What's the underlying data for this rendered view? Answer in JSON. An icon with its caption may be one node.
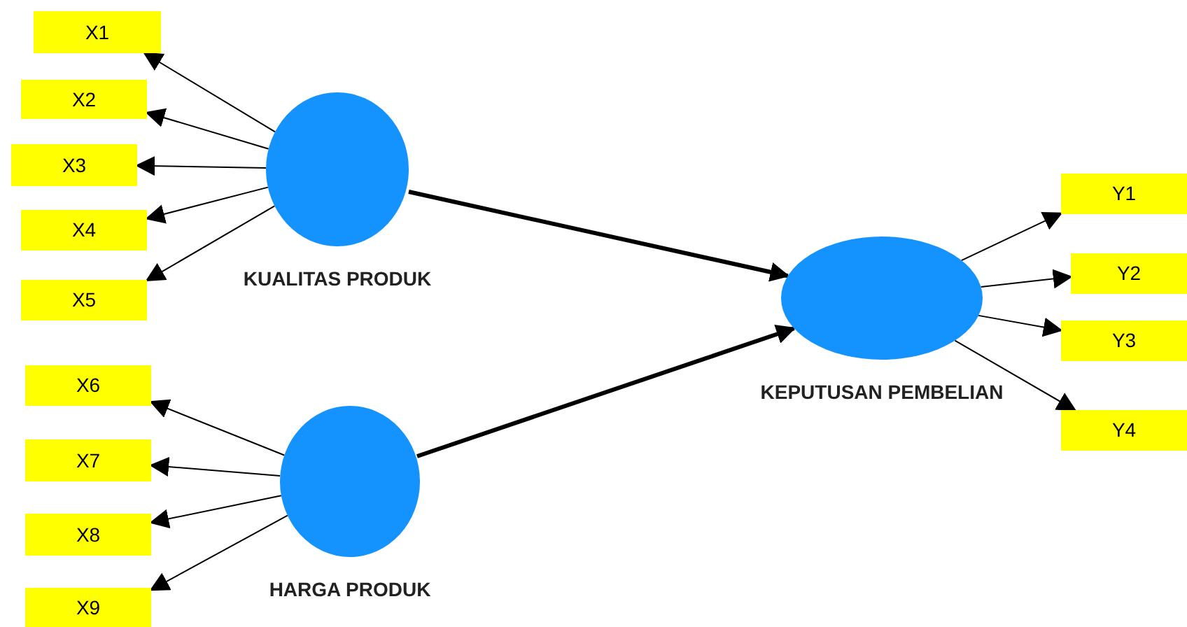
{
  "diagram": {
    "nodes": [
      {
        "text": [
          "KUALITAS PRODUK"
        ]
      },
      {
        "text": [
          "HARGA PRODUK"
        ]
      },
      {
        "text": [
          "KEPUTUSAN PEMBELIAN"
        ]
      },
      {
        "text": [
          "X1"
        ]
      },
      {
        "text": [
          "X2"
        ]
      },
      {
        "text": [
          "X3"
        ]
      },
      {
        "text": [
          "X4"
        ]
      },
      {
        "text": [
          "X5"
        ]
      },
      {
        "text": [
          "X6"
        ]
      },
      {
        "text": [
          "X7"
        ]
      },
      {
        "text": [
          "X8"
        ]
      },
      {
        "text": [
          "X9"
        ]
      },
      {
        "text": [
          "Y1"
        ]
      },
      {
        "text": [
          "Y2"
        ]
      },
      {
        "text": [
          "Y3"
        ]
      },
      {
        "text": [
          "Y4"
        ]
      }
    ],
    "edges": [
      {
        "from": 0,
        "to": 3,
        "arrow": "to"
      },
      {
        "from": 0,
        "to": 4,
        "arrow": "to"
      },
      {
        "from": 0,
        "to": 5,
        "arrow": "to"
      },
      {
        "from": 0,
        "to": 6,
        "arrow": "to"
      },
      {
        "from": 0,
        "to": 7,
        "arrow": "to"
      },
      {
        "from": 1,
        "to": 8,
        "arrow": "to"
      },
      {
        "from": 1,
        "to": 9,
        "arrow": "to"
      },
      {
        "from": 1,
        "to": 10,
        "arrow": "to"
      },
      {
        "from": 1,
        "to": 11,
        "arrow": "to"
      },
      {
        "from": 0,
        "to": 2,
        "arrow": "to",
        "style": "thick"
      },
      {
        "from": 1,
        "to": 2,
        "arrow": "to",
        "style": "thick"
      },
      {
        "from": 2,
        "to": 12,
        "arrow": "to"
      },
      {
        "from": 2,
        "to": 13,
        "arrow": "to"
      },
      {
        "from": 2,
        "to": 14,
        "arrow": "to"
      },
      {
        "from": 2,
        "to": 15,
        "arrow": "to"
      }
    ]
  }
}
